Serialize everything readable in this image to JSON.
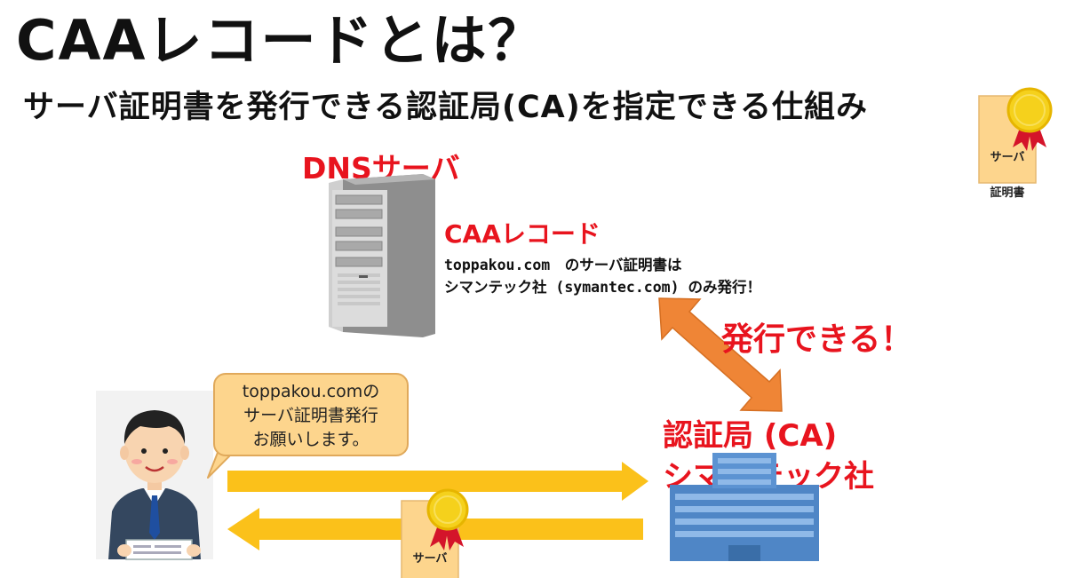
{
  "header": {
    "title": "CAAレコードとは？",
    "subtitle": "サーバ証明書を発行できる認証局(CA)を指定できる仕組み"
  },
  "dns_server": {
    "label": "DNSサーバ"
  },
  "caa_record": {
    "label": "CAAレコード",
    "line1": "toppakou.com　のサーバ証明書は",
    "line2": "シマンテック社 (symantec.com) のみ発行！"
  },
  "arrow_label": "発行できる！",
  "certificate_authority": {
    "label": "認証局 (CA)",
    "name": "シマンテック社"
  },
  "request_bubble": {
    "line1": "toppakou.comの",
    "line2": "サーバ証明書発行",
    "line3": "お願いします。"
  },
  "certificate": {
    "line1": "サーバ",
    "line2": "証明書"
  },
  "colors": {
    "red": "#e8141e",
    "orange_arrow": "#ef8536",
    "yellow_arrow": "#fbc11a",
    "certificate": "#fdd58d",
    "building": "#4f86c6"
  }
}
